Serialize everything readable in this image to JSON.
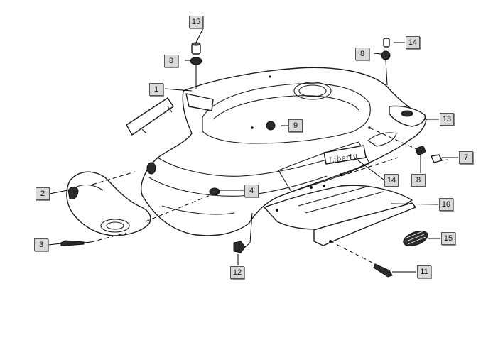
{
  "diagram": {
    "brand_logo": "Liberty",
    "callouts": {
      "c1": "1",
      "c2": "2",
      "c3": "3",
      "c4": "4",
      "c7": "7",
      "c8a": "8",
      "c8b": "8",
      "c8c": "8",
      "c9": "9",
      "c10": "10",
      "c11": "11",
      "c12": "12",
      "c13": "13",
      "c14a": "14",
      "c14b": "14",
      "c15a": "15",
      "c15b": "15"
    }
  }
}
